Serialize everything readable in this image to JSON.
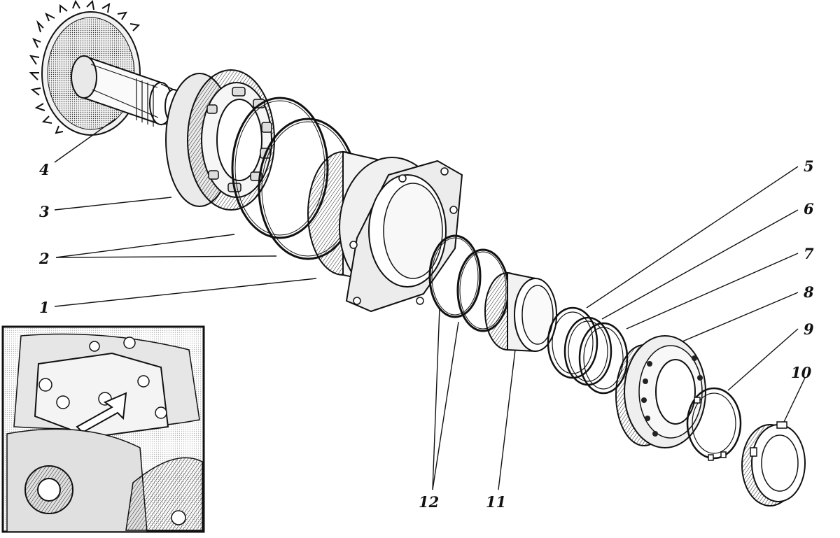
{
  "diagram": {
    "type": "exploded-assembly",
    "callouts": [
      {
        "id": "c1",
        "label": "1"
      },
      {
        "id": "c2",
        "label": "2"
      },
      {
        "id": "c3",
        "label": "3"
      },
      {
        "id": "c4",
        "label": "4"
      },
      {
        "id": "c5",
        "label": "5"
      },
      {
        "id": "c6",
        "label": "6"
      },
      {
        "id": "c7",
        "label": "7"
      },
      {
        "id": "c8",
        "label": "8"
      },
      {
        "id": "c9",
        "label": "9"
      },
      {
        "id": "c10",
        "label": "10"
      },
      {
        "id": "c11",
        "label": "11"
      },
      {
        "id": "c12",
        "label": "12"
      }
    ]
  }
}
